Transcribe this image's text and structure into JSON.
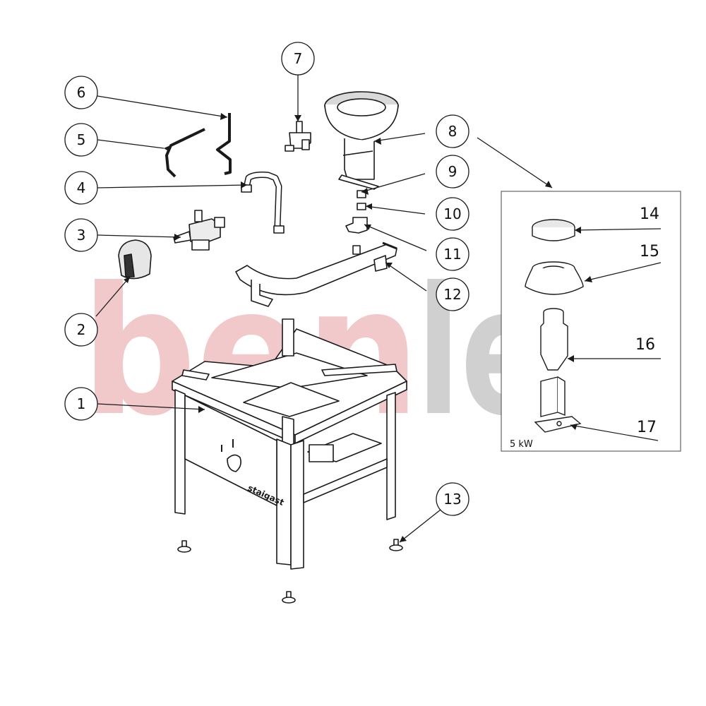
{
  "watermark": {
    "part_a": "ben",
    "part_b": "ler",
    "color_a": "#f2c9cb",
    "color_b": "#d0d0d0"
  },
  "callouts": [
    "1",
    "2",
    "3",
    "4",
    "5",
    "6",
    "7",
    "8",
    "9",
    "10",
    "11",
    "12",
    "13"
  ],
  "inset": {
    "labels": [
      "14",
      "15",
      "16",
      "17"
    ],
    "power": "5 kW"
  },
  "stand_brand": "staigast",
  "colors": {
    "line": "#1a1a1a",
    "part_fill": "#ffffff",
    "shade": "#d9d9d9"
  }
}
